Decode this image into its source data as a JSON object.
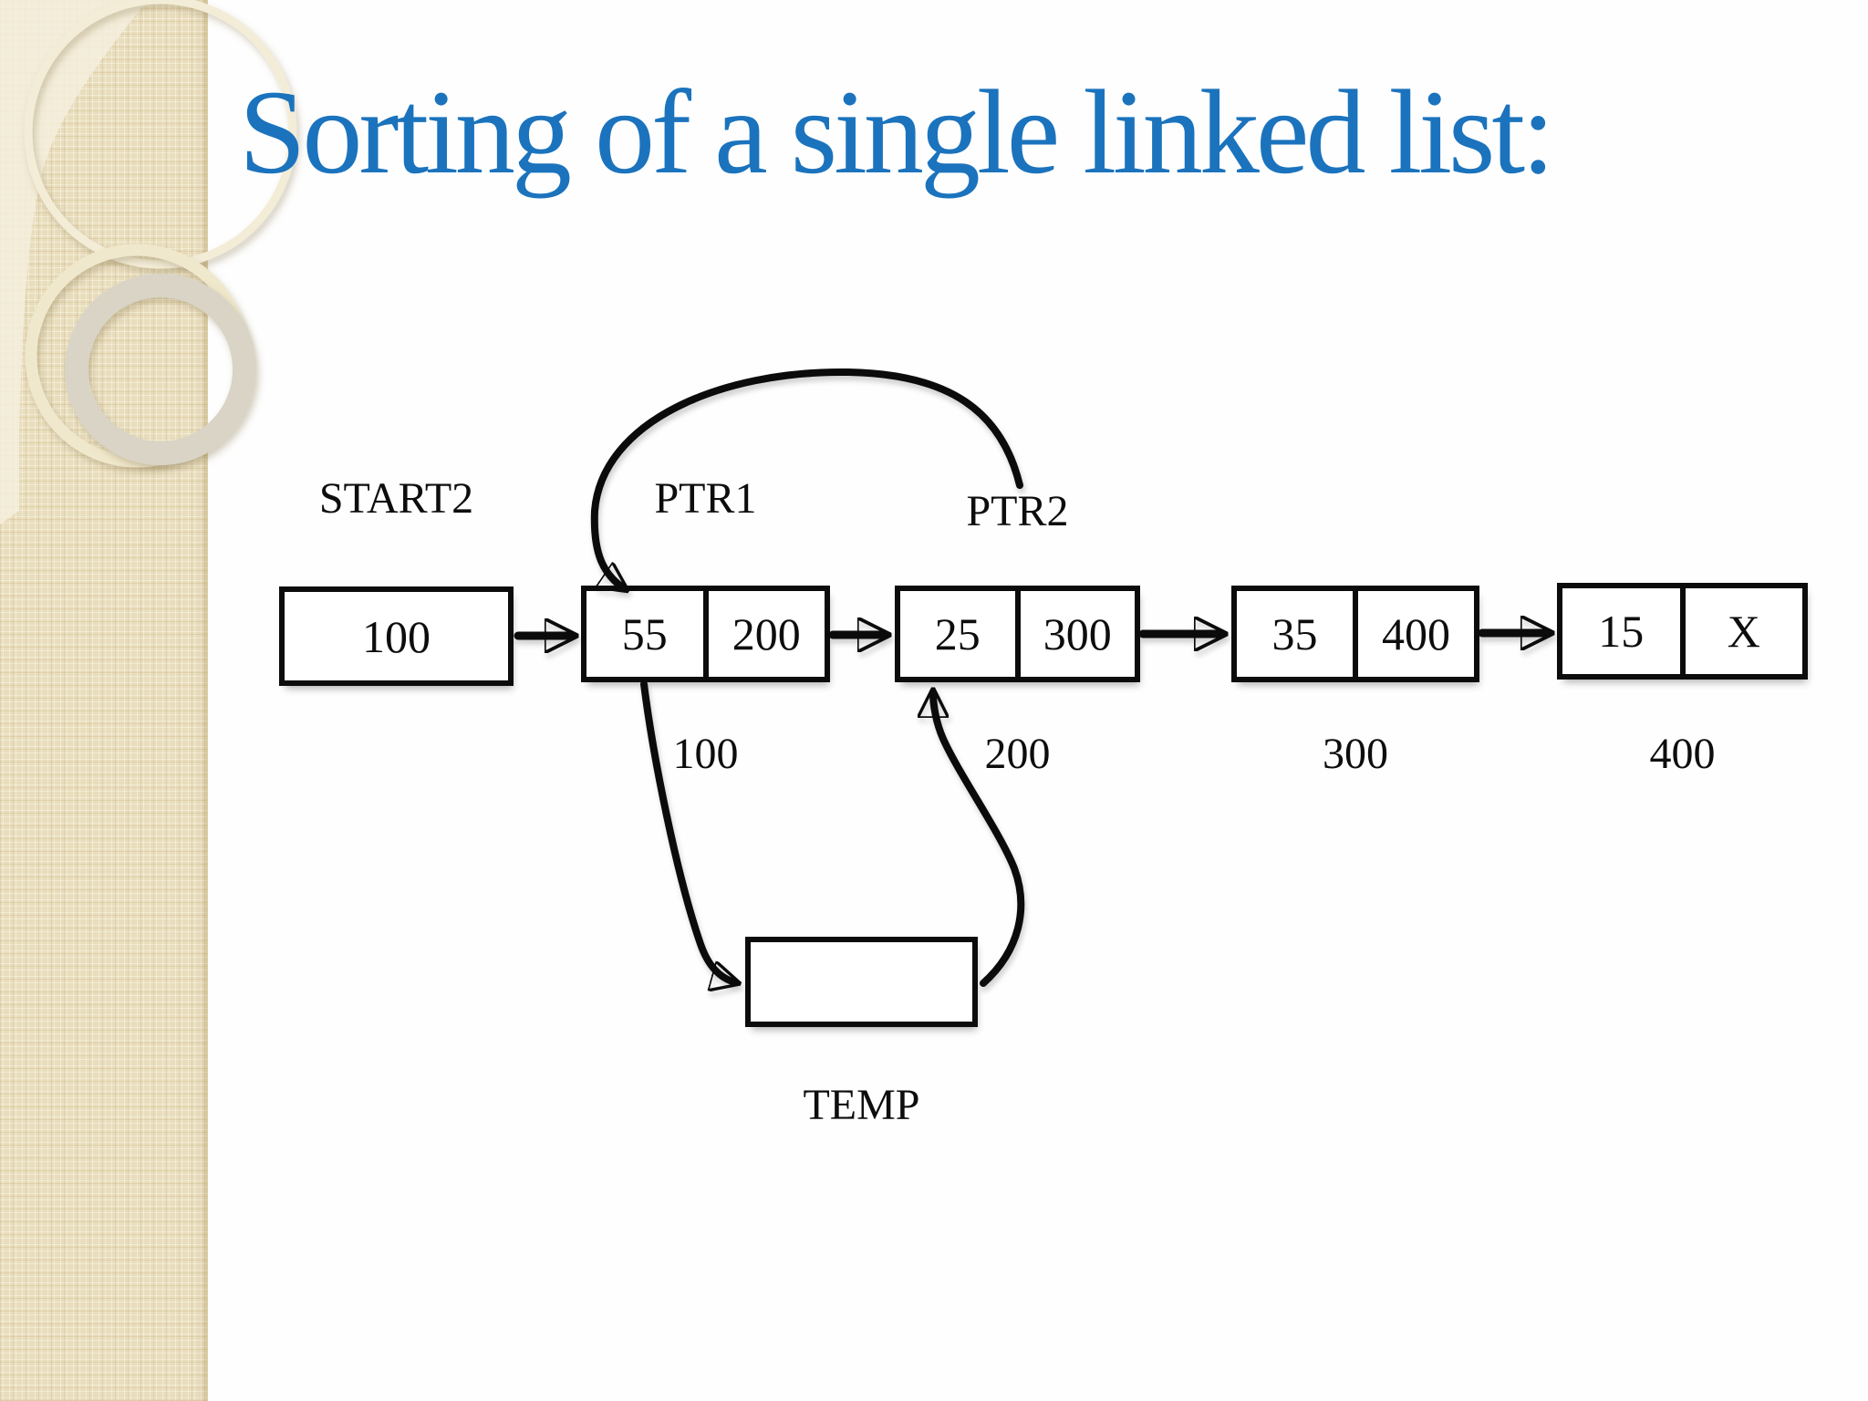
{
  "slide": {
    "title": "Sorting of a single linked list:"
  },
  "diagram": {
    "pointers": [
      {
        "label": "START2"
      },
      {
        "label": "PTR1"
      },
      {
        "label": "PTR2"
      }
    ],
    "start_box": {
      "value": "100"
    },
    "nodes": [
      {
        "data": "55",
        "next": "200",
        "address": "100"
      },
      {
        "data": "25",
        "next": "300",
        "address": "200"
      },
      {
        "data": "35",
        "next": "400",
        "address": "300"
      },
      {
        "data": "15",
        "next": "X",
        "address": "400"
      }
    ],
    "temp_box": {
      "label": "TEMP",
      "value": ""
    }
  },
  "colors": {
    "title": "#1b73bd",
    "ink": "#0d0d0d",
    "sidebar_beige": "#e8ddbd",
    "ring_gray": "#d9d4c6",
    "ring_cream": "#f0e8cc"
  }
}
